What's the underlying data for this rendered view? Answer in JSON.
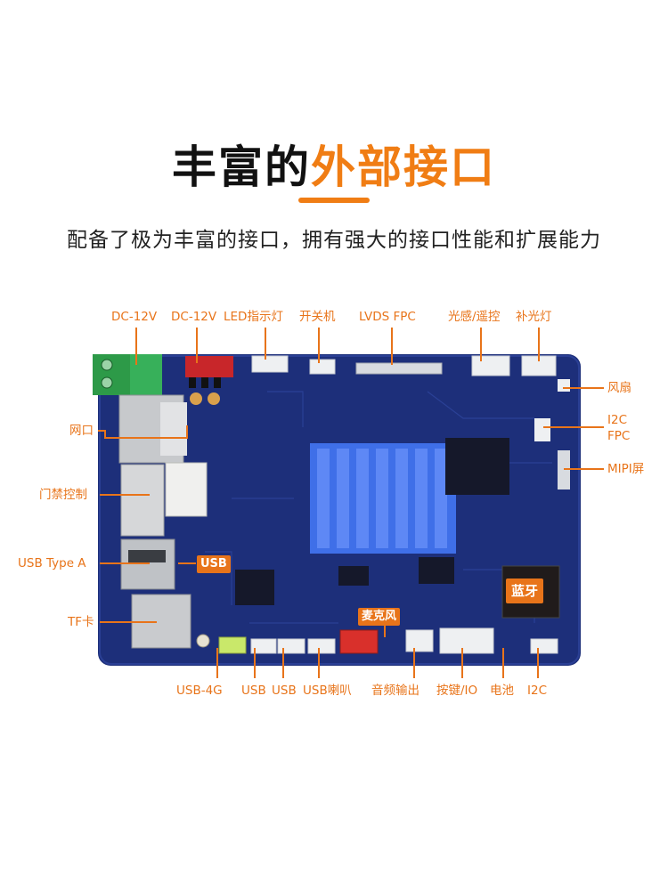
{
  "heading": {
    "title_plain": "丰富的",
    "title_accent": "外部接口",
    "subtitle": "配备了极为丰富的接口，拥有强大的接口性能和扩展能力"
  },
  "labels": {
    "dc12v_a": "DC-12V",
    "dc12v_b": "DC-12V",
    "led": "LED指示灯",
    "power_switch": "开关机",
    "lvds": "LVDS FPC",
    "light_remote": "光感/遥控",
    "fill_light": "补光灯",
    "fan": "风扇",
    "i2c_fpc_1": "I2C",
    "i2c_fpc_2": "FPC",
    "mipi": "MIPI屏",
    "ethernet": "网口",
    "door": "门禁控制",
    "usb_type_a": "USB Type A",
    "usb_tag": "USB",
    "tf_card": "TF卡",
    "bluetooth": "蓝牙",
    "mic": "麦克风",
    "usb_4g": "USB-4G",
    "usb_1": "USB",
    "usb_2": "USB",
    "usb_3": "USB",
    "speaker": "喇叭",
    "audio_out": "音频输出",
    "keys_io": "按键/IO",
    "battery": "电池",
    "i2c": "I2C"
  },
  "colors": {
    "accent": "#f07d14",
    "board": "#1d2f7a",
    "heatsink": "#3f6fe8"
  }
}
